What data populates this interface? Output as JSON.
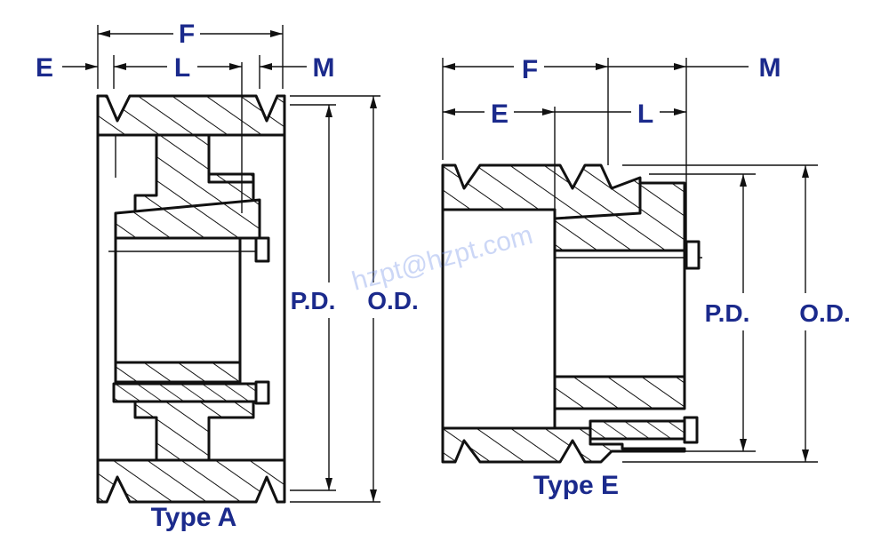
{
  "watermark": "hzpt@hzpt.com",
  "type_a": {
    "caption": "Type A",
    "labels": {
      "f": "F",
      "e": "E",
      "l": "L",
      "m": "M",
      "pd": "P.D.",
      "od": "O.D."
    }
  },
  "type_e": {
    "caption": "Type E",
    "labels": {
      "f": "F",
      "e": "E",
      "l": "L",
      "m": "M",
      "pd": "P.D.",
      "od": "O.D."
    }
  },
  "colors": {
    "label": "#1b2a8c",
    "line": "#111111",
    "watermark": "#6f8fe8"
  }
}
